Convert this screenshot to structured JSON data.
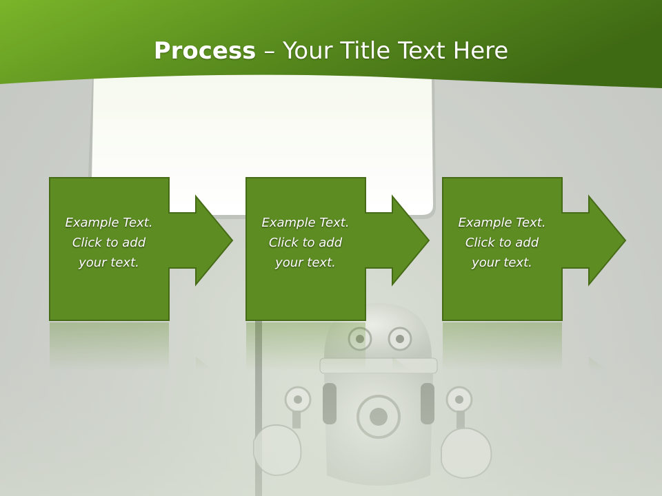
{
  "slide": {
    "title_bold": "Process",
    "title_rest": " – Your Title Text Here",
    "steps": [
      {
        "text_line1": "Example Text.",
        "text_line2": "Click  to add",
        "text_line3": "your text."
      },
      {
        "text_line1": "Example Text.",
        "text_line2": "Click  to add",
        "text_line3": "your text."
      },
      {
        "text_line1": "Example Text.",
        "text_line2": "Click  to add",
        "text_line3": "your text."
      }
    ]
  },
  "colors": {
    "header_green_light": "#7ab52a",
    "header_green_dark": "#3f6a14",
    "box_green": "#5d8c23",
    "box_border": "#466b17",
    "background": "#c8cbc6"
  },
  "icons": [
    "robot-illustration",
    "blank-sign-board",
    "right-arrow-icon"
  ]
}
